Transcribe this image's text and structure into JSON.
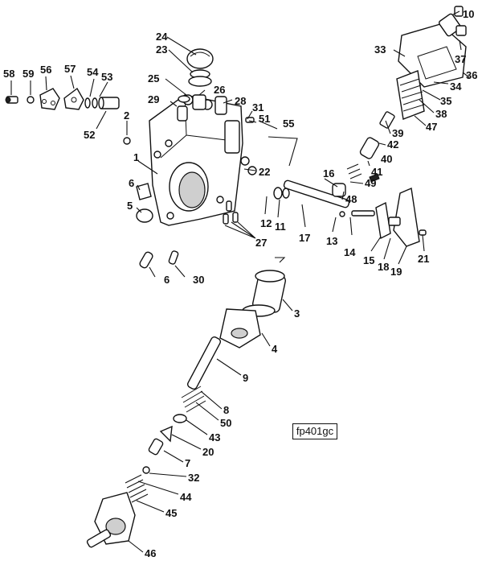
{
  "figure": {
    "reference_code": "fp401gc",
    "callouts": {
      "c1": "1",
      "c2": "2",
      "c3": "3",
      "c4": "4",
      "c5": "5",
      "c6a": "6",
      "c6b": "6",
      "c7": "7",
      "c8": "8",
      "c9": "9",
      "c10": "10",
      "c11": "11",
      "c12": "12",
      "c13": "13",
      "c14": "14",
      "c15": "15",
      "c16": "16",
      "c17": "17",
      "c18": "18",
      "c19": "19",
      "c20": "20",
      "c21": "21",
      "c22": "22",
      "c23": "23",
      "c24": "24",
      "c25": "25",
      "c26": "26",
      "c27": "27",
      "c28": "28",
      "c29": "29",
      "c30": "30",
      "c31": "31",
      "c32": "32",
      "c33": "33",
      "c34": "34",
      "c35": "35",
      "c36": "36",
      "c37": "37",
      "c38": "38",
      "c39": "39",
      "c40": "40",
      "c41": "41",
      "c42": "42",
      "c43": "43",
      "c44": "44",
      "c45": "45",
      "c46": "46",
      "c47": "47",
      "c48": "48",
      "c49": "49",
      "c50": "50",
      "c51": "51",
      "c52": "52",
      "c53": "53",
      "c54": "54",
      "c55": "55",
      "c56": "56",
      "c57": "57",
      "c58": "58",
      "c59": "59"
    }
  }
}
